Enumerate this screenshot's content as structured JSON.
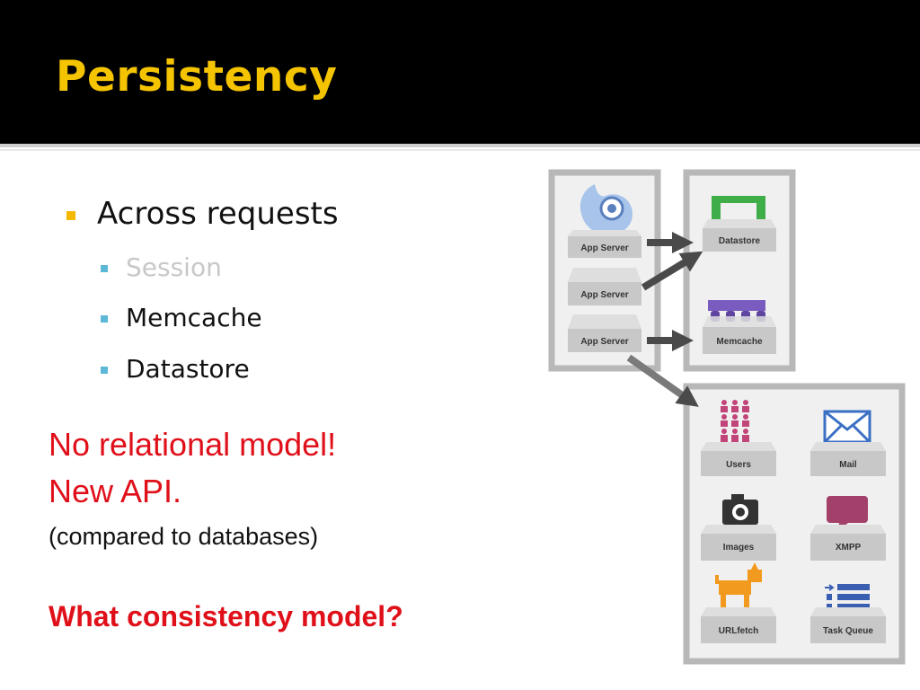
{
  "slide": {
    "title": "Persistency",
    "bullets": [
      {
        "label": "Across requests",
        "children": [
          {
            "label": "Session",
            "dimmed": true
          },
          {
            "label": "Memcache",
            "dimmed": false
          },
          {
            "label": "Datastore",
            "dimmed": false
          }
        ]
      }
    ],
    "notes": {
      "line1": "No relational model!",
      "line2": "New API.",
      "line3": "(compared to databases)",
      "question": "What consistency model?"
    }
  },
  "diagram": {
    "app_servers": [
      "App Server",
      "App Server",
      "App Server"
    ],
    "storage": [
      "Datastore",
      "Memcache"
    ],
    "services": [
      "Users",
      "Mail",
      "Images",
      "XMPP",
      "URLfetch",
      "Task Queue"
    ]
  },
  "colors": {
    "header_bg": "#000000",
    "title": "#f5c400",
    "bullet_l1": "#f5b800",
    "bullet_l2": "#5db8d8",
    "accent_red": "#e0101a",
    "datastore_green": "#3fae49",
    "memcache_purple": "#7a5cc0",
    "users_pink": "#c2457a",
    "mail_blue": "#3a6fc4",
    "xmpp_plum": "#a3416a",
    "urlfetch_orange": "#f29a1f",
    "taskqueue_blue": "#3a5fb0"
  }
}
